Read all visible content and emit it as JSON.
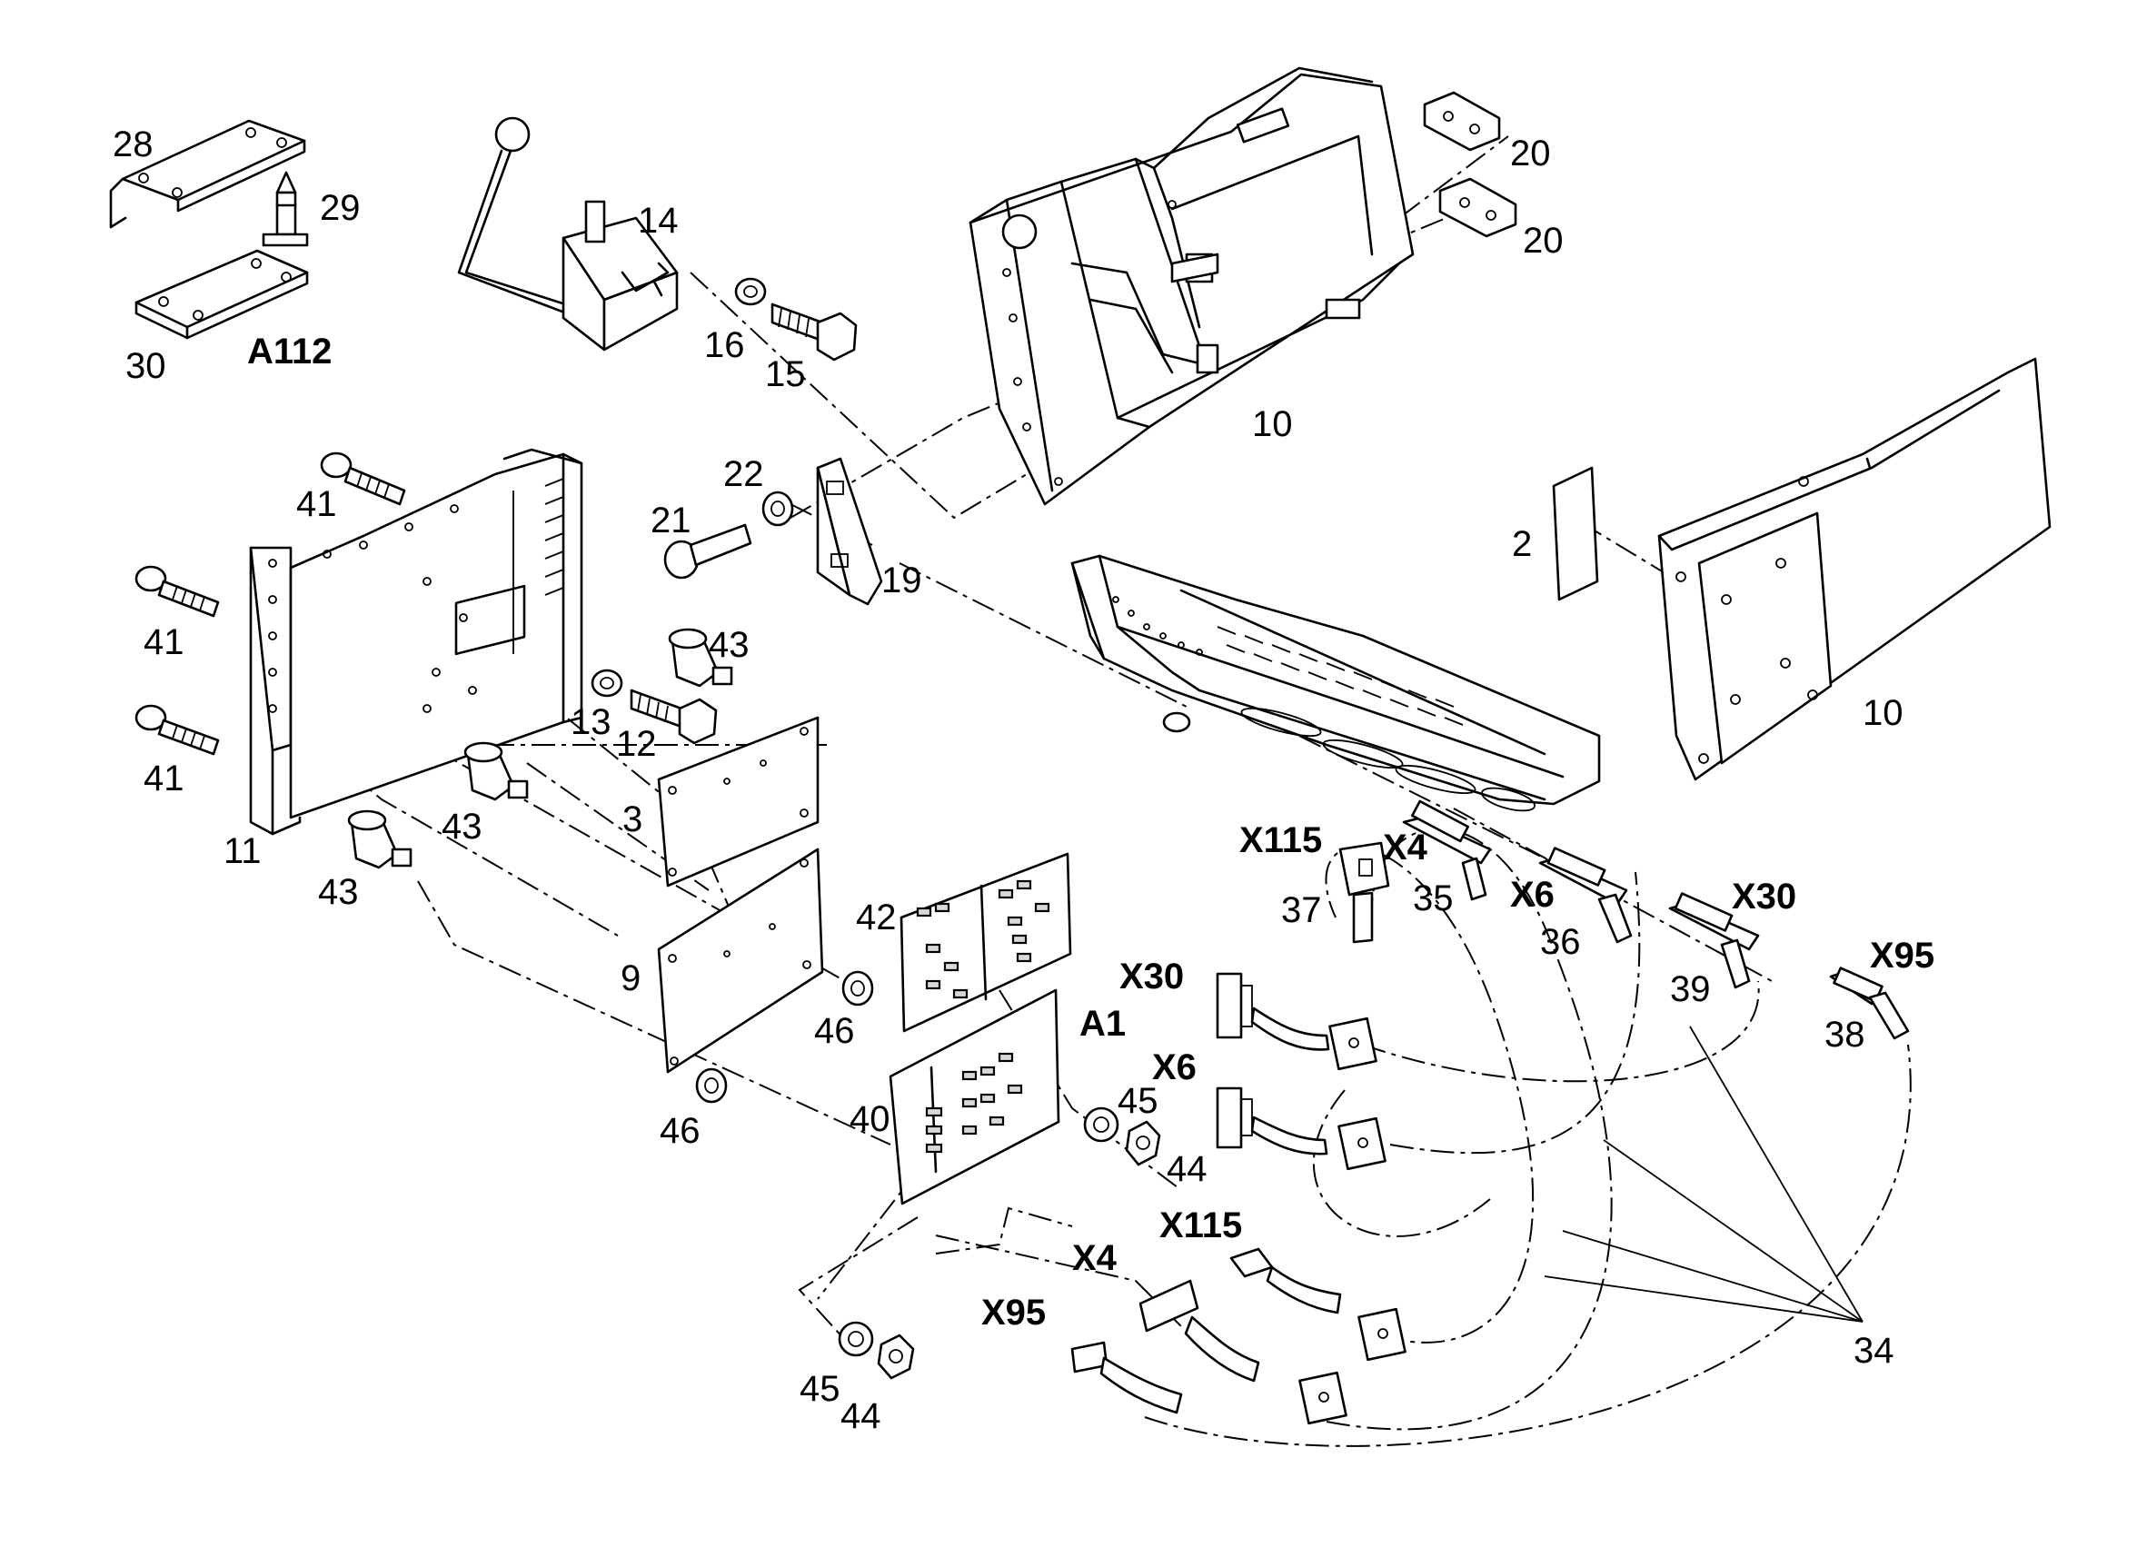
{
  "labels": {
    "p28": "28",
    "p29": "29",
    "p30": "30",
    "a112": "A112",
    "p14": "14",
    "p16": "16",
    "p15": "15",
    "p20a": "20",
    "p20b": "20",
    "p10a": "10",
    "p10b": "10",
    "p2": "2",
    "p41a": "41",
    "p41b": "41",
    "p41c": "41",
    "p22": "22",
    "p21": "21",
    "p19": "19",
    "p43a": "43",
    "p43b": "43",
    "p43c": "43",
    "p13": "13",
    "p12": "12",
    "p3": "3",
    "p11": "11",
    "p9": "9",
    "p42": "42",
    "p46a": "46",
    "p46b": "46",
    "a1": "A1",
    "p40": "40",
    "p45a": "45",
    "p44a": "44",
    "p45b": "45",
    "p44b": "44",
    "x30a": "X30",
    "x6a": "X6",
    "x115a": "X115",
    "x4a": "X4",
    "x95a": "X95",
    "x115b": "X115",
    "x4b": "X4",
    "x6b": "X6",
    "x30b": "X30",
    "x95b": "X95",
    "p37": "37",
    "p35": "35",
    "p36": "36",
    "p39": "39",
    "p38": "38",
    "p34": "34"
  }
}
